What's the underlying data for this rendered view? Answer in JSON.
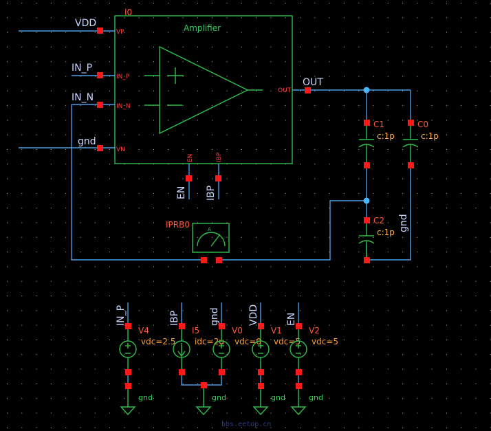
{
  "colors": {
    "background": "#000000",
    "wire": "#4a9fe6",
    "symbol": "#2fbf4a",
    "pin": "#ff1a1a",
    "instance_label": "#ff5a3a",
    "parameter": "#ff9c2a"
  },
  "amplifier": {
    "instance": "I0",
    "title": "Amplifier",
    "pins": {
      "vp": "VP",
      "in_p": "IN_P",
      "in_n": "IN_N",
      "vn": "VN",
      "out": "OUT",
      "en": "EN",
      "ibp": "IBP"
    },
    "plus_sign": "+",
    "minus_sign": "—"
  },
  "nets": {
    "vdd": "VDD",
    "in_p": "IN_P",
    "in_n": "IN_N",
    "gnd": "gnd",
    "out": "OUT",
    "en": "EN",
    "ibp": "IBP"
  },
  "capacitors": {
    "c1": {
      "name": "C1",
      "value": "c:1p"
    },
    "c0": {
      "name": "C0",
      "value": "c:1p"
    },
    "c2": {
      "name": "C2",
      "value": "c:1p"
    },
    "net_label": "gnd"
  },
  "probe": {
    "name": "IPRB0",
    "glyph": "A"
  },
  "sources": [
    {
      "net": "IN_P",
      "name": "V4",
      "param": "vdc=2.5",
      "gnd": "gnd"
    },
    {
      "net": "IBP",
      "name": "I5",
      "param": "idc=2u",
      "gnd": ""
    },
    {
      "net": "gnd",
      "name": "V0",
      "param": "vdc=0",
      "gnd": "gnd"
    },
    {
      "net": "VDD",
      "name": "V1",
      "param": "vdc=5",
      "gnd": "gnd"
    },
    {
      "net": "EN",
      "name": "V2",
      "param": "vdc=5",
      "gnd": "gnd"
    }
  ],
  "watermark": "bbs.eetop.cn"
}
